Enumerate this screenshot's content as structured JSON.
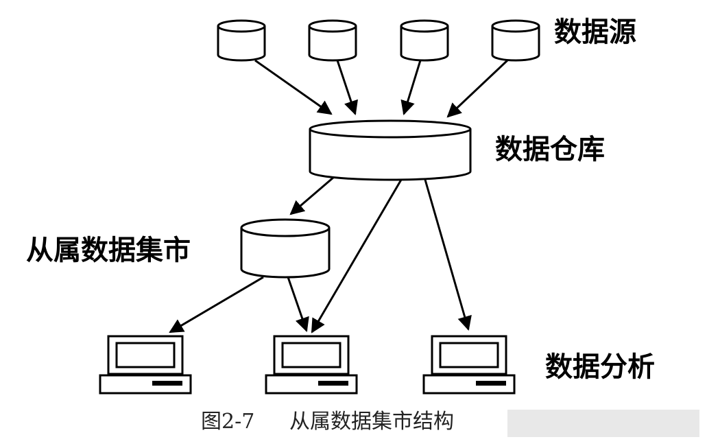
{
  "labels": {
    "sources": "数据源",
    "warehouse": "数据仓库",
    "dependent_mart": "从属数据集市",
    "analysis": "数据分析"
  },
  "caption": {
    "number": "图2-7",
    "title": "从属数据集市结构"
  },
  "colors": {
    "ink": "#000000",
    "background": "#ffffff"
  }
}
